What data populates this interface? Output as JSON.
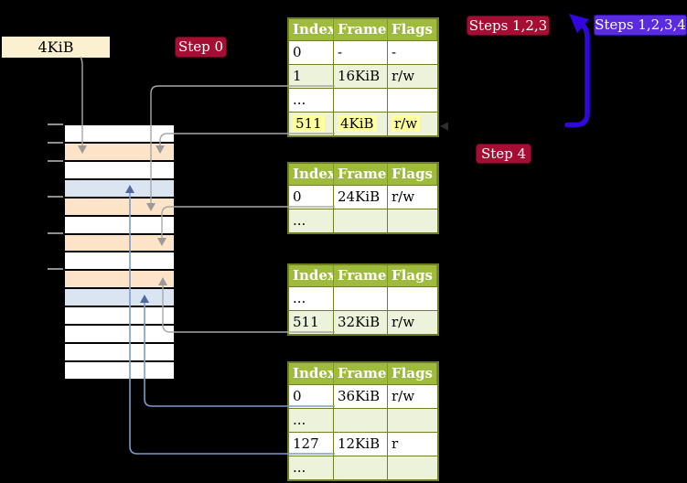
{
  "colors": {
    "bg": "#000000",
    "badge-red": "#a60d33",
    "badge-red-border": "#5f071c",
    "badge-violet": "#5b2be0",
    "badge-violet-border": "#2a0ca0",
    "header-green": "#9fbb3b",
    "row-green": "#edf2da",
    "table-border": "#6f7f21",
    "frame-orange": "#fde3c8",
    "page-blue": "#dbe5f1",
    "label-cream": "#fbf0d0",
    "highlight-yellow": "#ffff9e",
    "arrow-gray": "#a8a8a8",
    "arrow-gray-head": "#9a9a9a",
    "arrow-blue": "#7d9cc9",
    "arrow-blue-head": "#50699e",
    "big-arrow-blue": "#3207dd",
    "tick-gray": "#8f8f8f"
  },
  "labels": {
    "page_size": "4KiB",
    "step0": "Step 0",
    "steps123": "Steps 1,2,3",
    "steps1234": "Steps 1,2,3,4",
    "step4": "Step 4"
  },
  "memory": {
    "rows": [
      {
        "type": "empty"
      },
      {
        "type": "table"
      },
      {
        "type": "empty"
      },
      {
        "type": "page"
      },
      {
        "type": "table"
      },
      {
        "type": "empty"
      },
      {
        "type": "table"
      },
      {
        "type": "empty"
      },
      {
        "type": "table"
      },
      {
        "type": "page"
      },
      {
        "type": "empty"
      },
      {
        "type": "empty"
      },
      {
        "type": "empty"
      },
      {
        "type": "empty"
      }
    ]
  },
  "tables": {
    "headers": [
      "Index",
      "Frame",
      "Flags"
    ],
    "t1": {
      "rows": [
        [
          "0",
          "-",
          "-"
        ],
        [
          "1",
          "16KiB",
          "r/w"
        ],
        [
          "...",
          "",
          ""
        ],
        [
          "511",
          "4KiB",
          "r/w"
        ]
      ]
    },
    "t2": {
      "rows": [
        [
          "0",
          "24KiB",
          "r/w"
        ],
        [
          "...",
          "",
          ""
        ]
      ]
    },
    "t3": {
      "rows": [
        [
          "...",
          "",
          ""
        ],
        [
          "511",
          "32KiB",
          "r/w"
        ]
      ]
    },
    "t4": {
      "rows": [
        [
          "0",
          "36KiB",
          "r/w"
        ],
        [
          "...",
          "",
          ""
        ],
        [
          "127",
          "12KiB",
          "r"
        ],
        [
          "...",
          "",
          ""
        ]
      ]
    }
  }
}
